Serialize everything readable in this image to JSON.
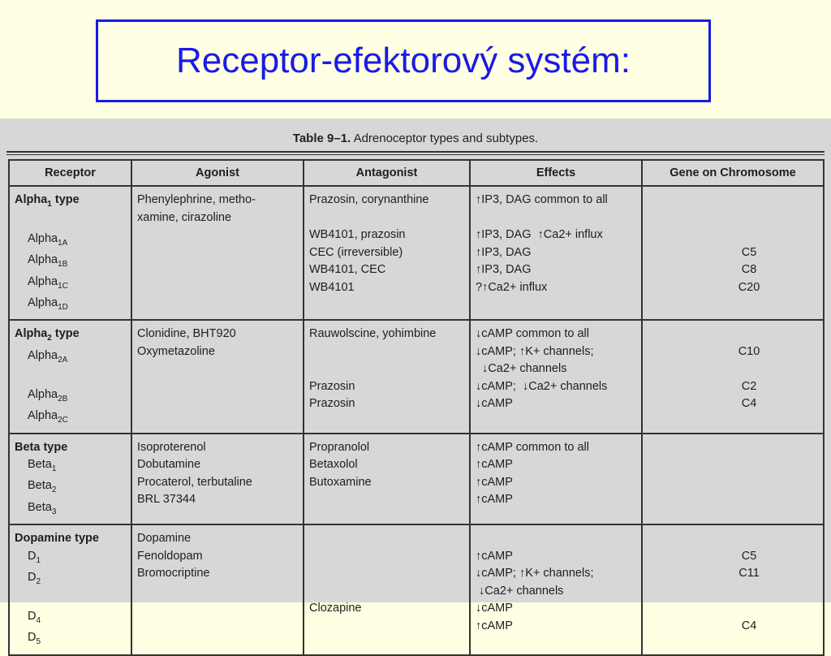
{
  "title": "Receptor-efektorový systém:",
  "table": {
    "caption_bold": "Table 9–1.",
    "caption_text": "Adrenoceptor types and subtypes.",
    "headers": [
      "Receptor",
      "Agonist",
      "Antagonist",
      "Effects",
      "Gene on Chromosome"
    ],
    "groups": [
      {
        "receptor": [
          {
            "t": "Alpha",
            "s": "1",
            "after": " type",
            "head": true
          },
          {
            "t": "",
            "head": false
          },
          {
            "t": "Alpha",
            "s": "1A",
            "after": "",
            "head": false
          },
          {
            "t": "Alpha",
            "s": "1B",
            "after": "",
            "head": false
          },
          {
            "t": "Alpha",
            "s": "1C",
            "after": "",
            "head": false
          },
          {
            "t": "Alpha",
            "s": "1D",
            "after": "",
            "head": false
          }
        ],
        "agonist": [
          "Phenylephrine, metho-",
          "xamine, cirazoline",
          "",
          "",
          "",
          ""
        ],
        "antagonist": [
          "Prazosin, corynanthine",
          "",
          "WB4101, prazosin",
          "CEC (irreversible)",
          "WB4101, CEC",
          "WB4101"
        ],
        "effects": [
          "↑IP3, DAG common to all",
          "",
          "↑IP3, DAG  ↑Ca2+ influx",
          "↑IP3, DAG",
          "↑IP3, DAG",
          "?↑Ca2+ influx"
        ],
        "gene": [
          "",
          "",
          "",
          "C5",
          "C8",
          "C20"
        ]
      },
      {
        "receptor": [
          {
            "t": "Alpha",
            "s": "2",
            "after": " type",
            "head": true
          },
          {
            "t": "Alpha",
            "s": "2A",
            "after": "",
            "head": false
          },
          {
            "t": "",
            "head": false
          },
          {
            "t": "Alpha",
            "s": "2B",
            "after": "",
            "head": false
          },
          {
            "t": "Alpha",
            "s": "2C",
            "after": "",
            "head": false
          }
        ],
        "agonist": [
          "Clonidine, BHT920",
          "Oxymetazoline",
          "",
          "",
          ""
        ],
        "antagonist": [
          "Rauwolscine, yohimbine",
          "",
          "",
          "Prazosin",
          "Prazosin"
        ],
        "effects": [
          "↓cAMP common to all",
          "↓cAMP; ↑K+ channels;",
          "  ↓Ca2+ channels",
          "↓cAMP;  ↓Ca2+ channels",
          "↓cAMP"
        ],
        "gene": [
          "",
          "C10",
          "",
          "C2",
          "C4"
        ]
      },
      {
        "receptor": [
          {
            "t": "Beta type",
            "s": "",
            "after": "",
            "head": true
          },
          {
            "t": "Beta",
            "s": "1",
            "after": "",
            "head": false
          },
          {
            "t": "Beta",
            "s": "2",
            "after": "",
            "head": false
          },
          {
            "t": "Beta",
            "s": "3",
            "after": "",
            "head": false
          }
        ],
        "agonist": [
          "Isoproterenol",
          "Dobutamine",
          "Procaterol, terbutaline",
          "BRL 37344"
        ],
        "antagonist": [
          "Propranolol",
          "Betaxolol",
          "Butoxamine",
          ""
        ],
        "effects": [
          "↑cAMP common to all",
          "↑cAMP",
          "↑cAMP",
          "↑cAMP"
        ],
        "gene": [
          "",
          "",
          "",
          ""
        ]
      },
      {
        "receptor": [
          {
            "t": "Dopamine type",
            "s": "",
            "after": "",
            "head": true
          },
          {
            "t": "D",
            "s": "1",
            "after": "",
            "head": false
          },
          {
            "t": "D",
            "s": "2",
            "after": "",
            "head": false
          },
          {
            "t": "",
            "head": false
          },
          {
            "t": "D",
            "s": "4",
            "after": "",
            "head": false
          },
          {
            "t": "D",
            "s": "5",
            "after": "",
            "head": false
          }
        ],
        "agonist": [
          "Dopamine",
          "Fenoldopam",
          "Bromocriptine",
          "",
          "",
          ""
        ],
        "antagonist": [
          "",
          "",
          "",
          "",
          "Clozapine",
          ""
        ],
        "effects": [
          "",
          "↑cAMP",
          "↓cAMP; ↑K+ channels;",
          " ↓Ca2+ channels",
          "↓cAMP",
          "↑cAMP"
        ],
        "gene": [
          "",
          "C5",
          "C11",
          "",
          "",
          "C4"
        ]
      }
    ]
  }
}
